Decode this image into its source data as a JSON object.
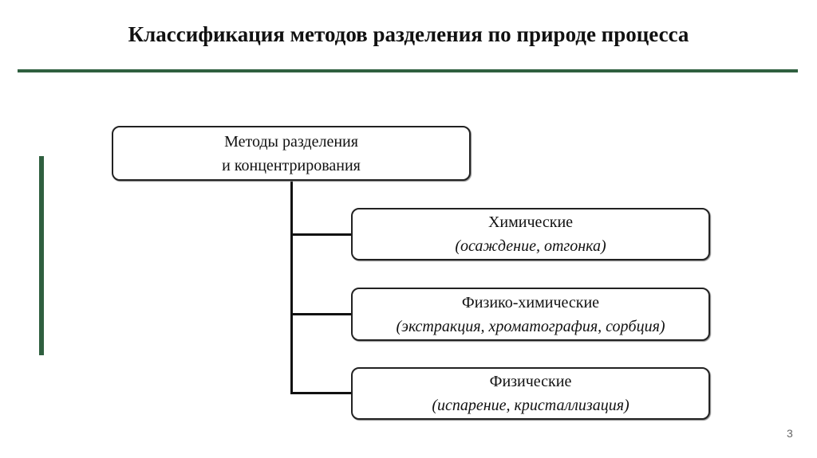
{
  "slide": {
    "title": "Классификация методов разделения по природе процесса",
    "page_number": "3"
  },
  "colors": {
    "accent": "#2f5f3f",
    "line": "#111111"
  },
  "diagram": {
    "root": {
      "line1": "Методы разделения",
      "line2": "и концентрирования"
    },
    "children": [
      {
        "title": "Химические",
        "examples": "(осаждение, отгонка)"
      },
      {
        "title": "Физико-химические",
        "examples": "(экстракция, хроматография, сорбция)"
      },
      {
        "title": "Физические",
        "examples": "(испарение, кристаллизация)"
      }
    ]
  }
}
